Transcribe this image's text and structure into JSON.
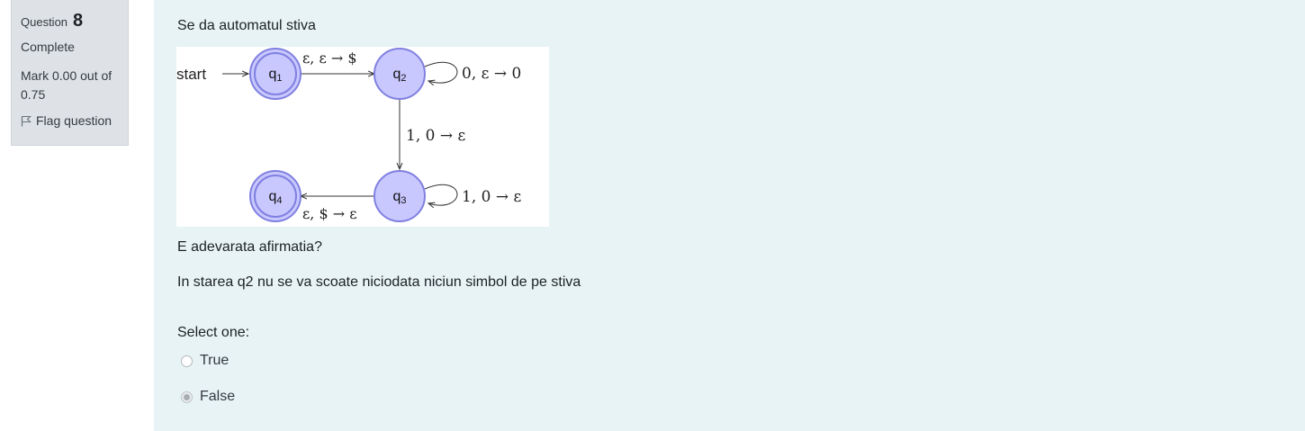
{
  "info": {
    "question_word": "Question",
    "question_number": "8",
    "state": "Complete",
    "grade": "Mark 0.00 out of 0.75",
    "flag_label": "Flag question"
  },
  "question": {
    "text1": "Se da automatul stiva",
    "text2": "E adevarata afirmatia?",
    "text3": "In starea q2 nu se va scoate niciodata niciun simbol de pe stiva",
    "prompt": "Select one:"
  },
  "options": [
    {
      "label": "True",
      "selected": false
    },
    {
      "label": "False",
      "selected": true
    }
  ],
  "diagram": {
    "start_label": "start",
    "states": {
      "q1": {
        "base": "q",
        "sub": "1",
        "accepting": true
      },
      "q2": {
        "base": "q",
        "sub": "2",
        "accepting": false
      },
      "q3": {
        "base": "q",
        "sub": "3",
        "accepting": false
      },
      "q4": {
        "base": "q",
        "sub": "4",
        "accepting": true
      }
    },
    "transitions": {
      "q1_q2": "ε, ε → $",
      "q2_loop": "0, ε → 0",
      "q2_q3": "1, 0 → ε",
      "q3_loop": "1, 0 → ε",
      "q3_q4": "ε, $ → ε"
    },
    "colors": {
      "state_fill": "#c8c8ff",
      "state_stroke": "#8080e0"
    }
  }
}
